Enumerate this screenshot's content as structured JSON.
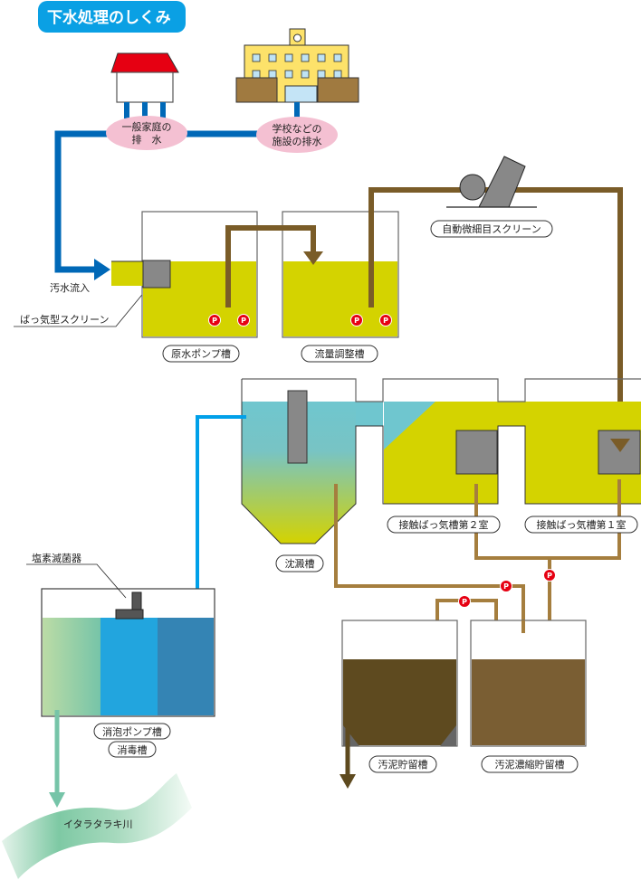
{
  "title": "下水処理のしくみ",
  "sources": {
    "household": [
      "一般家庭の",
      "排　水"
    ],
    "school": [
      "学校などの",
      "施設の排水"
    ]
  },
  "labels": {
    "inflow": "汚水流入",
    "aeration_screen": "ばっ気型スクリーン",
    "raw_pump_tank": "原水ポンプ槽",
    "flow_adjust_tank": "流量調整槽",
    "auto_fine_screen": "自動微細目スクリーン",
    "sedimentation_tank": "沈澱槽",
    "contact_aeration_2": "接触ばっ気槽第２室",
    "contact_aeration_1": "接触ばっ気槽第１室",
    "chlorinator": "塩素滅菌器",
    "defoam_pump_tank": "消泡ポンプ槽",
    "disinfection_tank": "消毒槽",
    "sludge_storage": "汚泥貯留槽",
    "sludge_thickening": "汚泥濃縮貯留槽",
    "river": "イタラタラキ川",
    "pump": "P"
  },
  "colors": {
    "title_bg": "#0aa0e4",
    "sewage_pipe": "#0068b7",
    "wastewater": "#d4d300",
    "pipe_dark": "#7a5c28",
    "pipe_light": "#a57e3e",
    "treated_pipe": "#00a0e9",
    "pump": "#e60012",
    "roof": "#e60012",
    "source_bubble": "#f4c0d2"
  }
}
